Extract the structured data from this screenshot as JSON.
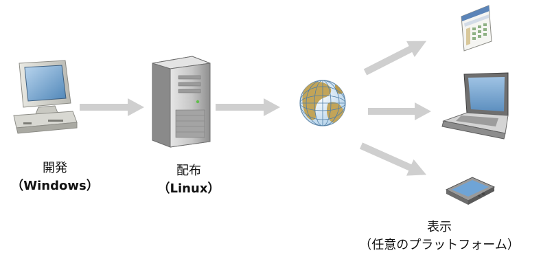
{
  "nodes": {
    "development": {
      "label": "開発",
      "platform": "（Windows）",
      "icon": "desktop-pc-icon"
    },
    "deployment": {
      "label": "配布",
      "platform": "（Linux）",
      "icon": "server-tower-icon"
    },
    "network": {
      "icon": "globe-icon"
    },
    "display": {
      "label": "表示",
      "platform": "（任意のプラットフォーム）"
    },
    "devices": [
      "browser-window-icon",
      "laptop-icon",
      "pda-icon"
    ]
  },
  "colors": {
    "arrow": "#cfcfcf",
    "screen": "#7aa5cf",
    "server": "#9a9a9a",
    "ocean": "#dcebf6",
    "land": "#c2a458"
  }
}
